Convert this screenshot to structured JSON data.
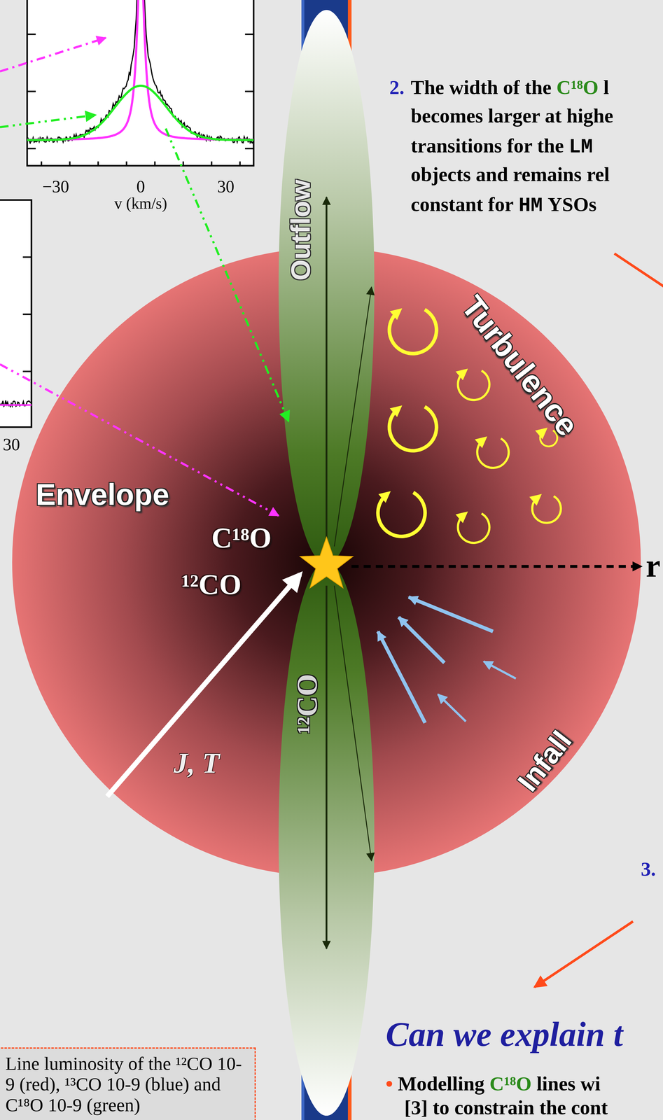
{
  "diagram": {
    "nodes": [
      {
        "text": [
          "Line luminosity of the ¹²CO 10-9 (red), ¹³CO 10-9 (blue) and C¹⁸O 10-9 (green)"
        ]
      }
    ],
    "labels": [
      "−30",
      "0",
      "30",
      "v (km/s)",
      "30",
      "2.",
      "The width of the",
      "C¹⁸O",
      "l",
      "becomes larger at highe",
      "transitions for the",
      "LM",
      "objects and remains rel",
      "constant for",
      "HM",
      "YSOs",
      "Outflow",
      "Turbulence",
      "Envelope",
      "C¹⁸O",
      "¹²CO",
      "r",
      "¹²CO",
      "Infall",
      "J, T",
      "3.",
      "Can we explain t",
      "•",
      "Modelling",
      "C¹⁸O",
      "lines wi",
      "[3] to constrain the cont"
    ]
  }
}
